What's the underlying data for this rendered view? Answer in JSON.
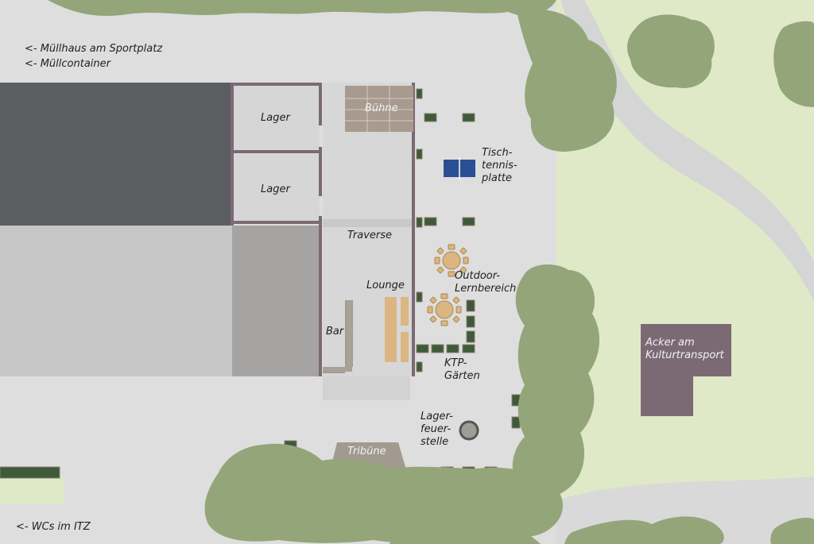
{
  "colors": {
    "ground": "#dedede",
    "grass": "#dfe9c7",
    "tree": "#94a57a",
    "hall_dark": "#5c5d60",
    "hall_mid": "#c6c6c6",
    "hall_shade": "#a6a4a3",
    "wall": "#7b6a74",
    "wood": "#dcb682",
    "bench": "#3f5a3a",
    "tt_table": "#2b4f93",
    "field": "#7b6a74"
  },
  "labels": {
    "muell_1": "<- Müllhaus am Sportplatz",
    "muell_2": "<- Müllcontainer",
    "wcs": "<- WCs im ITZ",
    "lager_1": "Lager",
    "lager_2": "Lager",
    "buehne": "Bühne",
    "traverse": "Traverse",
    "lounge": "Lounge",
    "bar": "Bar",
    "tischtennis": [
      "Tisch-",
      "tennis-",
      "platte"
    ],
    "outdoor": [
      "Outdoor-",
      "Lernbereich"
    ],
    "ktp": [
      "KTP-",
      "Gärten"
    ],
    "lagerfeuer": [
      "Lager-",
      "feuer-",
      "stelle"
    ],
    "tribuene": "Tribüne",
    "acker": [
      "Acker am",
      "Kulturtransport"
    ]
  }
}
